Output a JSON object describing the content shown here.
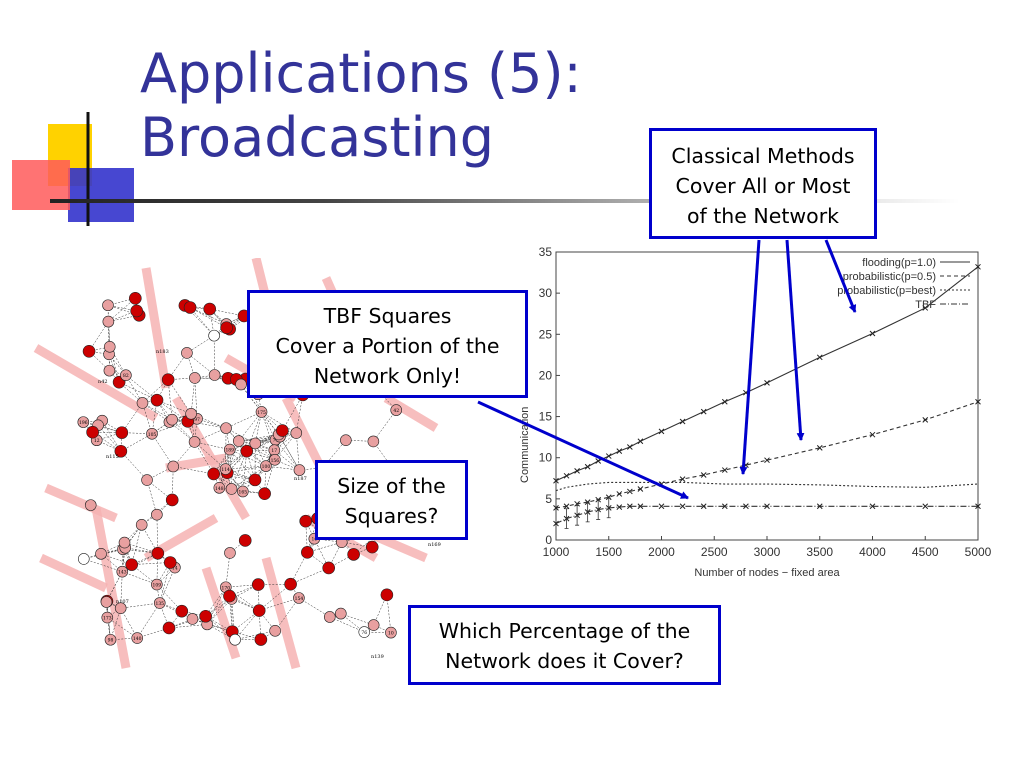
{
  "slide": {
    "title_line1": "Applications (5):",
    "title_line2": "Broadcasting",
    "colors": {
      "title": "#333399",
      "callout_border": "#0000cc",
      "arrow": "#0000cc",
      "deco_yellow": "#ffd200",
      "deco_red": "#ff4040",
      "deco_blue": "#3333cc",
      "node_red": "#cc0000",
      "node_pink": "#e8a0a0",
      "square_pink": "#f6b3b3"
    }
  },
  "callouts": {
    "classical": [
      "Classical Methods",
      "Cover All or Most",
      "of the Network"
    ],
    "tbf": [
      "TBF Squares",
      "Cover a Portion of the",
      "Network Only!"
    ],
    "size": [
      "Size of the",
      "Squares?"
    ],
    "percent": [
      "Which Percentage of the",
      "Network does it Cover?"
    ]
  },
  "network": {
    "node_labels": [
      "165",
      "175",
      "11",
      "17",
      "71",
      "14",
      "183",
      "81",
      "101",
      "100",
      "18",
      "10",
      "42",
      "128",
      "148",
      "156",
      "140",
      "181",
      "175",
      "16",
      "97",
      "173",
      "135",
      "130",
      "84",
      "187",
      "82",
      "126",
      "12",
      "83",
      "42",
      "114",
      "170",
      "189",
      "2",
      "27",
      "15",
      "76",
      "69",
      "20",
      "55",
      "19",
      "105",
      "170",
      "20",
      "196",
      "17",
      "98",
      "13",
      "156",
      "143",
      "108",
      "128",
      "16",
      "154",
      "109",
      "33"
    ],
    "text_labels": [
      "n183",
      "n42",
      "n115",
      "n187",
      "n169",
      "n107",
      "n139"
    ]
  },
  "chart_data": {
    "type": "line",
    "title": "",
    "xlabel": "Number of nodes − fixed area",
    "ylabel": "Communication",
    "xlim": [
      1000,
      5000
    ],
    "ylim": [
      0,
      35
    ],
    "xticks": [
      "1000",
      "1500",
      "2000",
      "2500",
      "3000",
      "3500",
      "4000",
      "4500",
      "5000"
    ],
    "yticks": [
      "0",
      "5",
      "10",
      "15",
      "20",
      "25",
      "30",
      "35"
    ],
    "legend_position": "top-right",
    "x": [
      1000,
      1100,
      1200,
      1300,
      1400,
      1500,
      1600,
      1700,
      1800,
      2000,
      2200,
      2400,
      2600,
      2800,
      3000,
      3500,
      4000,
      4500,
      5000
    ],
    "series": [
      {
        "name": "flooding(p=1.0)",
        "style": "solid",
        "values": [
          7.2,
          7.8,
          8.4,
          8.9,
          9.6,
          10.2,
          10.8,
          11.3,
          12,
          13.2,
          14.4,
          15.6,
          16.8,
          17.9,
          19.1,
          22.2,
          25.1,
          28.2,
          33.2
        ]
      },
      {
        "name": "probabilistic(p=0.5)",
        "style": "dashed",
        "values": [
          3.9,
          4.1,
          4.4,
          4.6,
          4.9,
          5.2,
          5.6,
          5.9,
          6.2,
          6.8,
          7.4,
          7.9,
          8.5,
          9.1,
          9.7,
          11.2,
          12.8,
          14.6,
          16.8
        ]
      },
      {
        "name": "probabilistic(p=best)",
        "style": "dotted",
        "values": [
          6.0,
          6.4,
          6.6,
          6.8,
          6.9,
          7.0,
          7.0,
          7.0,
          7.0,
          7.0,
          7.0,
          6.9,
          6.8,
          6.8,
          6.8,
          6.7,
          6.5,
          6.4,
          6.8
        ]
      },
      {
        "name": "TBF",
        "style": "dashdot",
        "values": [
          2.0,
          2.6,
          3.0,
          3.4,
          3.7,
          3.9,
          4.0,
          4.1,
          4.1,
          4.1,
          4.1,
          4.1,
          4.1,
          4.1,
          4.1,
          4.1,
          4.1,
          4.1,
          4.1
        ]
      }
    ]
  }
}
